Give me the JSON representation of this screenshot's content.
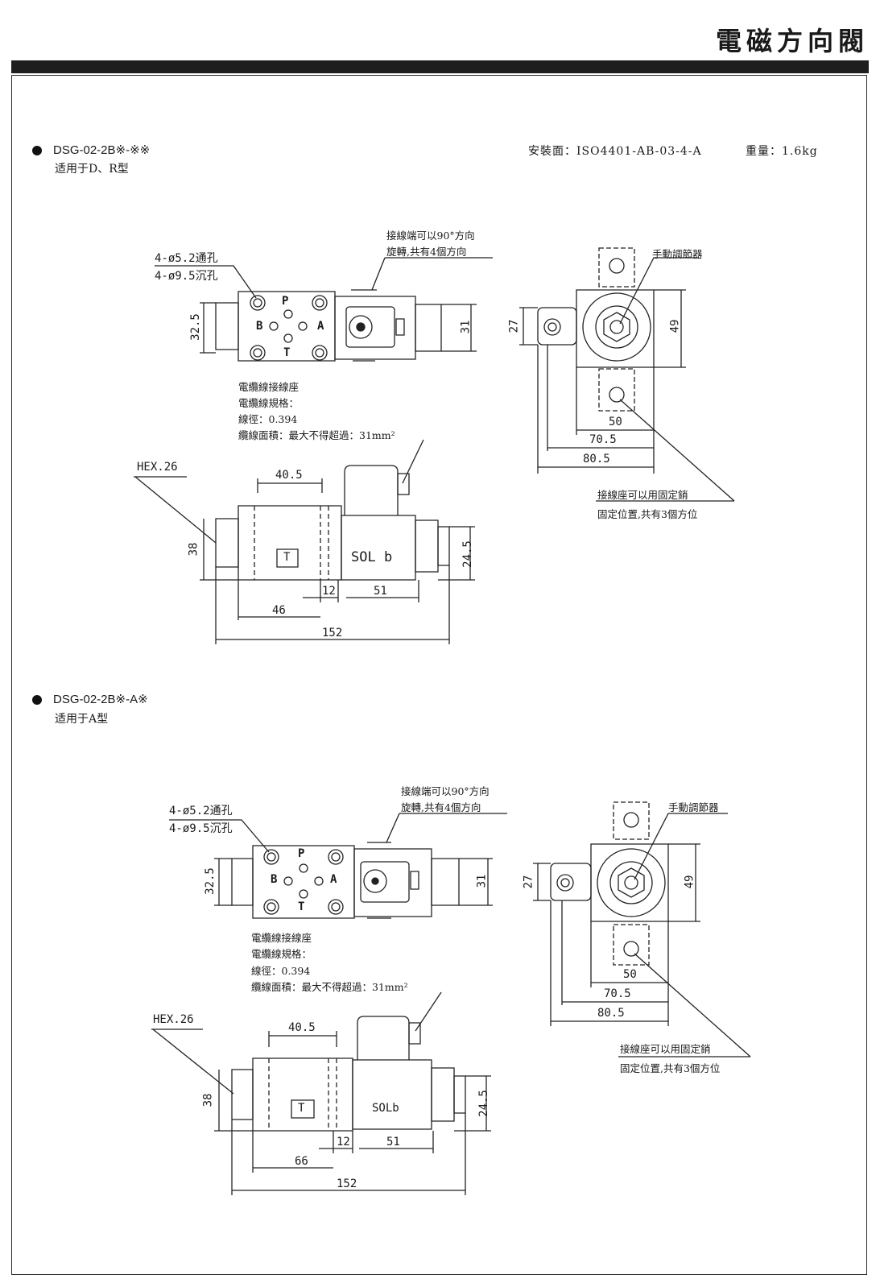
{
  "header": {
    "title": "電磁方向閥"
  },
  "installation": {
    "label": "安裝面：",
    "value": "ISO4401-AB-03-4-A"
  },
  "weight": {
    "label": "重量：",
    "value": "1.6kg"
  },
  "sections": [
    {
      "model": "DSG-02-2B※-※※",
      "applies_to": "适用于D、R型",
      "top_view": {
        "holes_through": "4-ø5.2通孔",
        "holes_counterbore": "4-ø9.5沉孔",
        "terminal_rotate_1": "接線端可以90°方向",
        "terminal_rotate_2": "旋轉,共有4個方向",
        "port_p": "P",
        "port_a": "A",
        "port_b": "B",
        "port_t": "T",
        "dim_height": "32.5",
        "dim_31": "31"
      },
      "cable_notes": [
        "電纜線接線座",
        "電纜線規格：",
        "線徑：0.394",
        "纜線面積：最大不得超過：31mm²"
      ],
      "end_view": {
        "manual_override": "手動調節器",
        "dim_27": "27",
        "dim_49": "49",
        "dim_50": "50",
        "dim_705": "70.5",
        "dim_805": "80.5",
        "fix_note_1": "接線座可以用固定銷",
        "fix_note_2": "固定位置,共有3個方位"
      },
      "side_view": {
        "hex": "HEX.26",
        "dim_405": "40.5",
        "dim_38": "38",
        "dim_245": "24.5",
        "dim_12": "12",
        "dim_51": "51",
        "dim_left": "46",
        "dim_152": "152",
        "tag_t": "T",
        "sol_label": "SOL b"
      }
    },
    {
      "model": "DSG-02-2B※-A※",
      "applies_to": "适用于A型",
      "top_view": {
        "holes_through": "4-ø5.2通孔",
        "holes_counterbore": "4-ø9.5沉孔",
        "terminal_rotate_1": "接線端可以90°方向",
        "terminal_rotate_2": "旋轉,共有4個方向",
        "port_p": "P",
        "port_a": "A",
        "port_b": "B",
        "port_t": "T",
        "dim_height": "32.5",
        "dim_31": "31"
      },
      "cable_notes": [
        "電纜線接線座",
        "電纜線規格：",
        "線徑：0.394",
        "纜線面積：最大不得超過：31mm²"
      ],
      "end_view": {
        "manual_override": "手動調節器",
        "dim_27": "27",
        "dim_49": "49",
        "dim_50": "50",
        "dim_705": "70.5",
        "dim_805": "80.5",
        "fix_note_1": "接線座可以用固定銷",
        "fix_note_2": "固定位置,共有3個方位"
      },
      "side_view": {
        "hex": "HEX.26",
        "dim_405": "40.5",
        "dim_38": "38",
        "dim_245": "24.5",
        "dim_12": "12",
        "dim_51": "51",
        "dim_left": "66",
        "dim_152": "152",
        "tag_t": "T",
        "sol_label": "SOLb"
      }
    }
  ]
}
